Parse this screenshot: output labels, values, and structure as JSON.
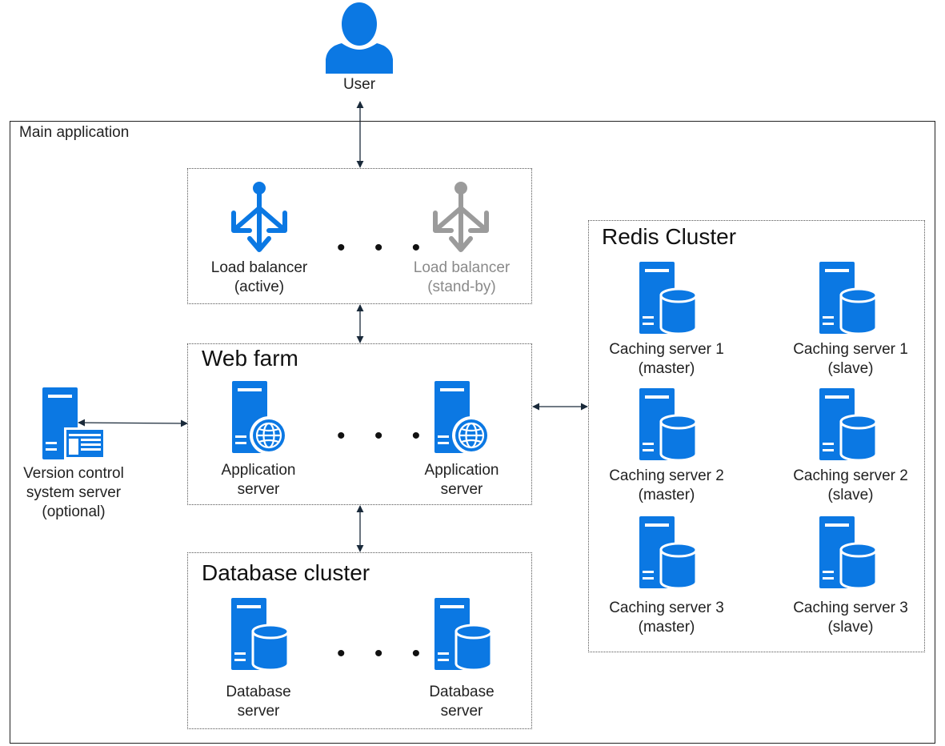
{
  "colors": {
    "primary": "#0B78E3",
    "muted": "#9B9B9B",
    "line": "#1a2a3a"
  },
  "user": {
    "label": "User",
    "icon": "user-icon"
  },
  "main": {
    "label": "Main application"
  },
  "load_balancers": {
    "active": {
      "line1": "Load balancer",
      "line2": "(active)",
      "icon": "load-balancer-icon"
    },
    "standby": {
      "line1": "Load balancer",
      "line2": "(stand-by)",
      "icon": "load-balancer-icon"
    },
    "ellipsis": "• • •"
  },
  "web_farm": {
    "title": "Web farm",
    "servers": [
      {
        "line1": "Application",
        "line2": "server",
        "icon": "application-server-icon"
      },
      {
        "line1": "Application",
        "line2": "server",
        "icon": "application-server-icon"
      }
    ],
    "ellipsis": "• • •"
  },
  "database_cluster": {
    "title": "Database cluster",
    "servers": [
      {
        "line1": "Database",
        "line2": "server",
        "icon": "database-server-icon"
      },
      {
        "line1": "Database",
        "line2": "server",
        "icon": "database-server-icon"
      }
    ],
    "ellipsis": "• • •"
  },
  "vcs": {
    "line1": "Version control",
    "line2": "system server",
    "line3": "(optional)",
    "icon": "vcs-server-icon"
  },
  "redis": {
    "title": "Redis Cluster",
    "servers": [
      {
        "line1": "Caching server 1",
        "line2": "(master)"
      },
      {
        "line1": "Caching server 1",
        "line2": "(slave)"
      },
      {
        "line1": "Caching server 2",
        "line2": "(master)"
      },
      {
        "line1": "Caching server 2",
        "line2": "(slave)"
      },
      {
        "line1": "Caching server 3",
        "line2": "(master)"
      },
      {
        "line1": "Caching server 3",
        "line2": "(slave)"
      }
    ]
  }
}
